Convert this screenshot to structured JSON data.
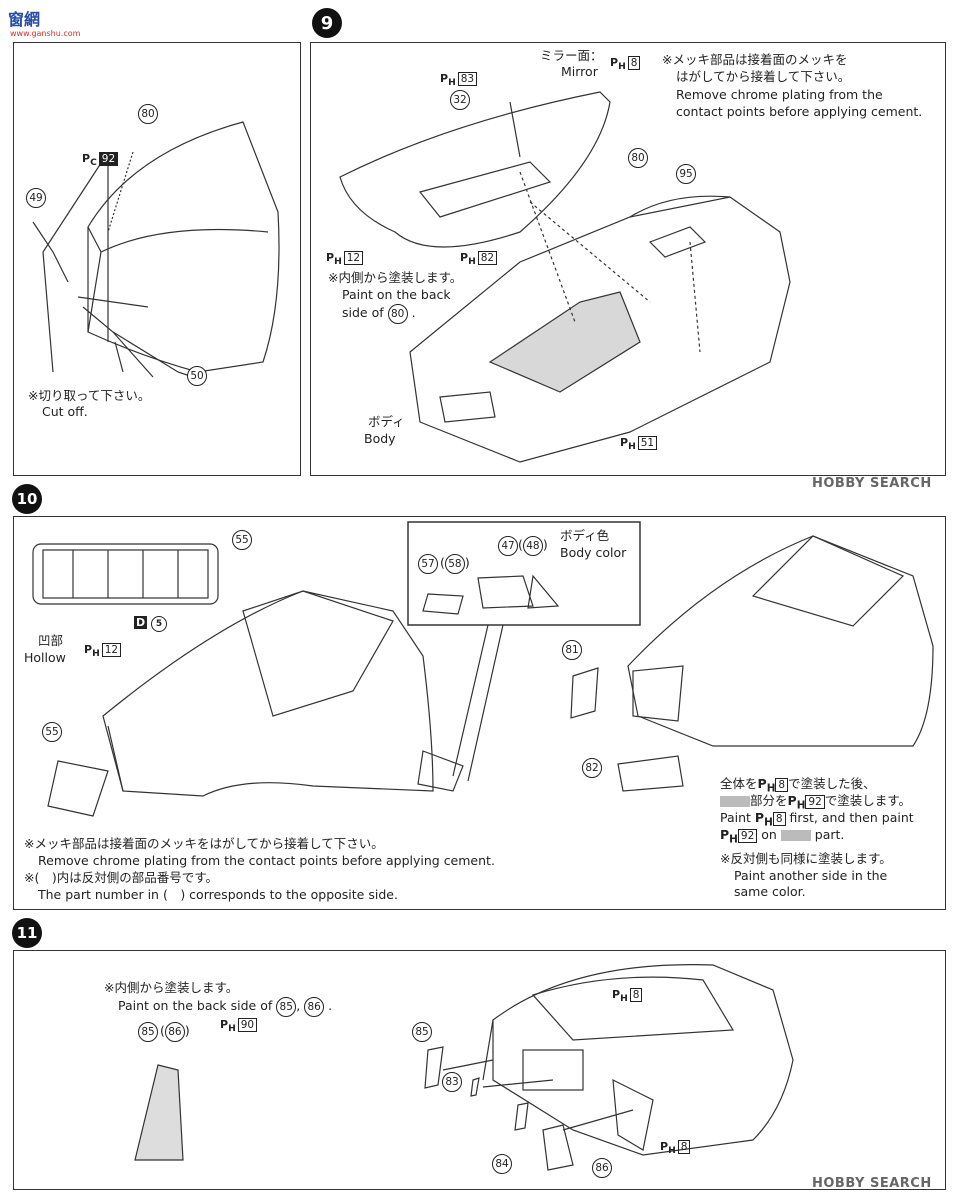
{
  "header": {
    "logo": "窗網",
    "site": "www.ganshu.com"
  },
  "watermark": {
    "middle": "HOBBY SEARCH",
    "bottom": "HOBBY SEARCH"
  },
  "top_left": {
    "parts": {
      "p80": "80",
      "p49": "49",
      "p50": "50"
    },
    "paint_code": "C",
    "paint_num": "92",
    "note_jp": "※切り取って下さい。",
    "note_en": "Cut off."
  },
  "step9": {
    "number": "9",
    "mirror_jp": "ミラー面：",
    "mirror_en": "Mirror",
    "mirror_paint": "8",
    "note_jp1": "※メッキ部品は接着面のメッキを",
    "note_jp2": "はがしてから接着して下さい。",
    "note_en1": "Remove chrome plating from the",
    "note_en2": "contact points before applying cement.",
    "paint_83": "83",
    "paint_12": "12",
    "paint_82": "82",
    "paint_51": "51",
    "parts": {
      "p32": "32",
      "p80": "80",
      "p95": "95"
    },
    "back_jp": "※内側から塗装します。",
    "back_en1": "Paint on the back",
    "back_en2": "side of",
    "back_en2_part": "80",
    "body_jp": "ボディ",
    "body_en": "Body",
    "paint_prefix": "H"
  },
  "step10": {
    "number": "10",
    "parts": {
      "p55": "55",
      "p57": "57",
      "p58": "58",
      "p47": "47",
      "p48": "48",
      "p81": "81",
      "p82": "82",
      "d5": "5"
    },
    "d_label": "D",
    "bodycolor_jp": "ボディ色",
    "bodycolor_en": "Body color",
    "hollow_jp": "凹部",
    "hollow_en": "Hollow",
    "hollow_paint": "12",
    "note1_jp": "※メッキ部品は接着面のメッキをはがしてから接着して下さい。",
    "note1_en": "Remove chrome plating from the contact points before applying cement.",
    "note2_jp": "※(　)内は反対側の部品番号です。",
    "note2_en": "The part number in (　) corresponds to the opposite side.",
    "r1_jp": "全体を",
    "r1_jp_b": "で塗装した後、",
    "r2_jp": "部分を",
    "r2_jp_b": "で塗装します。",
    "r3_en_a": "Paint",
    "r3_en_b": "first, and then paint",
    "r4_en": "on",
    "r4_en_b": "part.",
    "r5_jp": "※反対側も同様に塗装します。",
    "r6_en": "Paint another side in the",
    "r7_en": "same color.",
    "paint_8": "8",
    "paint_92": "92"
  },
  "step11": {
    "number": "11",
    "back_jp": "※内側から塗装します。",
    "back_en": "Paint on the back side of",
    "back_parts": [
      "85",
      "86"
    ],
    "paint_90": "90",
    "paint_8": "8",
    "parts": {
      "p85": "85",
      "p86": "86",
      "p83": "83",
      "p84": "84"
    }
  }
}
